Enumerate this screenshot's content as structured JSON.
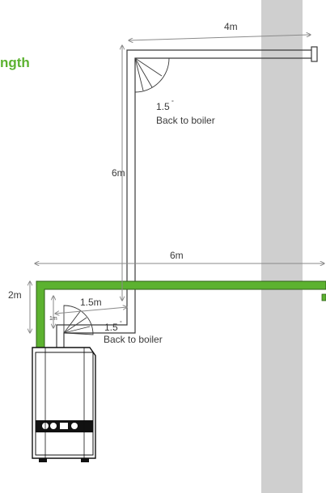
{
  "title_fragment": "ngth",
  "labels": {
    "top_length": "4m",
    "vertical_length": "6m",
    "angle_top_value": "1.5",
    "angle_top_note": "Back to boiler",
    "horizontal_length": "6m",
    "green_height": "2m",
    "short_run": "1.5m",
    "riser": "1m",
    "angle_bottom_value": "1.5",
    "angle_bottom_note": "Back to boiler"
  },
  "colors": {
    "green_flue": "#5cb230",
    "wall": "#cfcfcf",
    "line": "#3a3a3a",
    "dimension": "#8a8a8a"
  },
  "icons": [
    "wall",
    "boiler",
    "terminal"
  ]
}
